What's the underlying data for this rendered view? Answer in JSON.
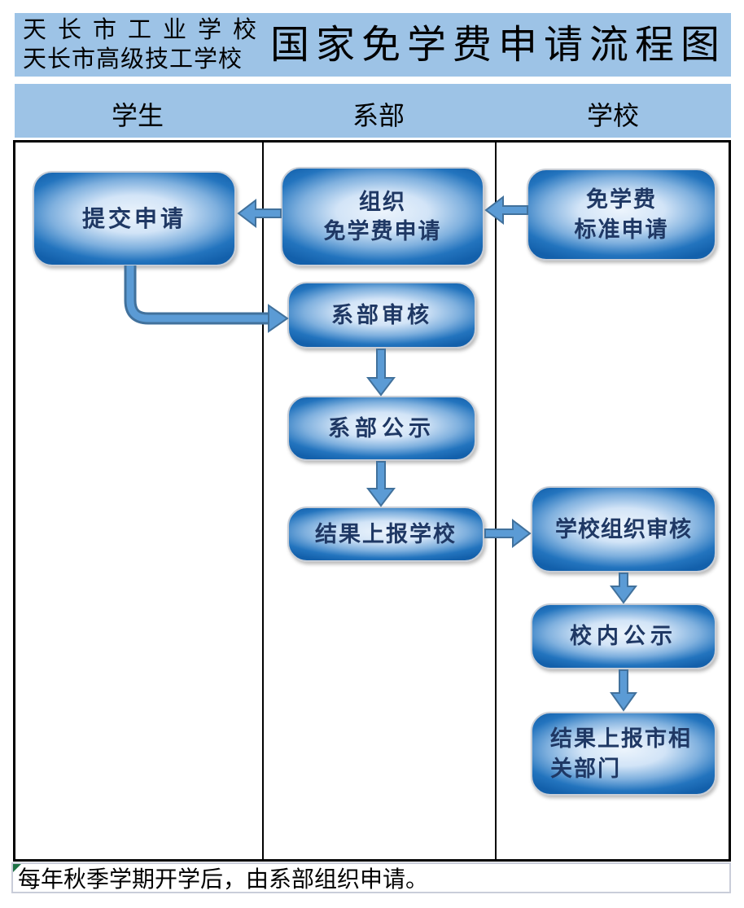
{
  "banner": {
    "org_line1": "天长市工业学校",
    "org_line2": "天长市高级技工学校",
    "title": "国家免学费申请流程图"
  },
  "lanes": {
    "student": "学生",
    "department": "系部",
    "school": "学校"
  },
  "nodes": {
    "submit": {
      "lane": "学生",
      "label": "提交申请"
    },
    "organize": {
      "lane": "系部",
      "line1": "组织",
      "line2": "免学费申请"
    },
    "standard": {
      "lane": "学校",
      "line1": "免学费",
      "line2": "标准申请"
    },
    "dept_review": {
      "lane": "系部",
      "label": "系部审核"
    },
    "dept_publicity": {
      "lane": "系部",
      "label": "系部公示"
    },
    "report_school": {
      "lane": "系部",
      "label": "结果上报学校"
    },
    "school_review": {
      "lane": "学校",
      "label": "学校组织审核"
    },
    "school_publicity": {
      "lane": "学校",
      "label": "校内公示"
    },
    "report_city": {
      "lane": "学校",
      "label": "结果上报市相关部门"
    }
  },
  "edges": [
    {
      "from": "standard",
      "to": "organize"
    },
    {
      "from": "organize",
      "to": "submit"
    },
    {
      "from": "submit",
      "to": "dept_review"
    },
    {
      "from": "dept_review",
      "to": "dept_publicity"
    },
    {
      "from": "dept_publicity",
      "to": "report_school"
    },
    {
      "from": "report_school",
      "to": "school_review"
    },
    {
      "from": "school_review",
      "to": "school_publicity"
    },
    {
      "from": "school_publicity",
      "to": "report_city"
    }
  ],
  "footer": {
    "note": "每年秋季学期开学后，由系部组织申请。"
  },
  "colors": {
    "band_bg": "#9DC3E6",
    "node_dark": "#1360AB",
    "node_light": "#ECF4FC",
    "node_text": "#1F3864",
    "arrow_fill": "#5B9BD5",
    "arrow_outline": "#41719C",
    "lane_border": "#000000"
  }
}
